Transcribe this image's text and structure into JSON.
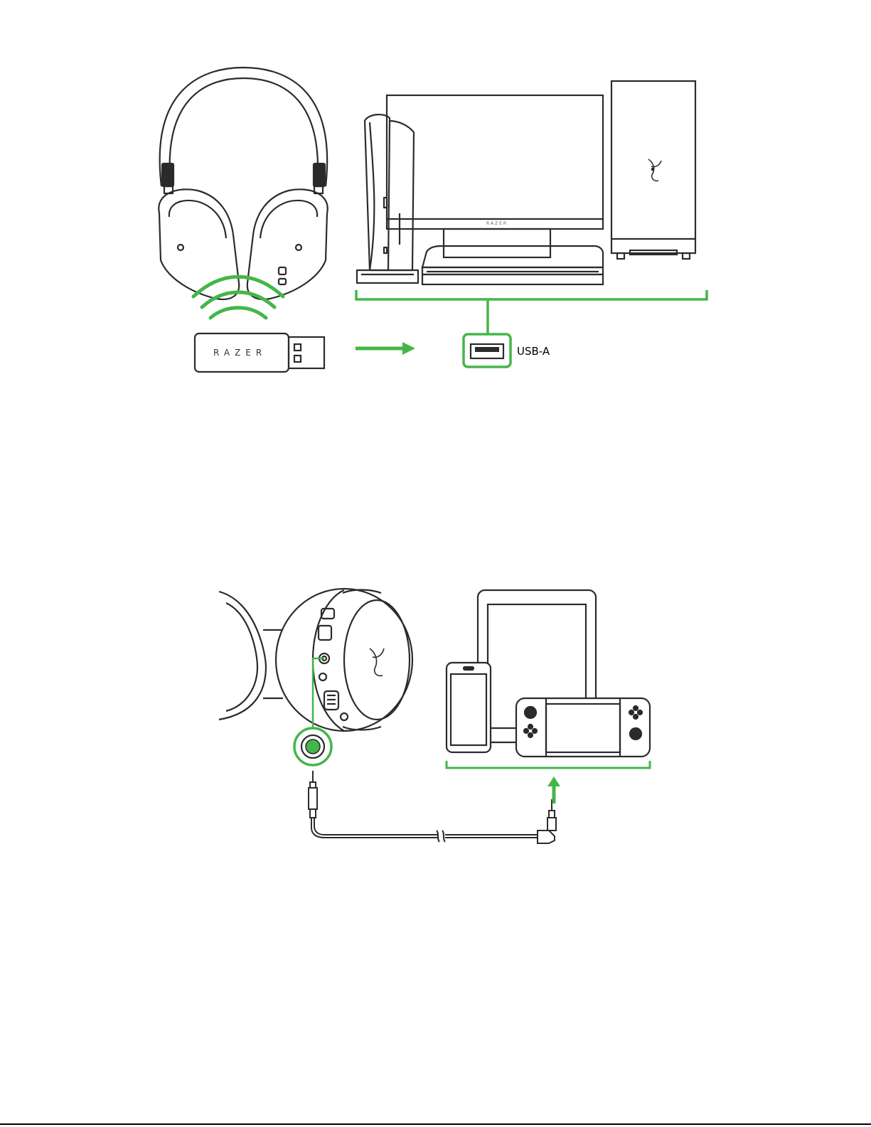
{
  "labels": {
    "dongle_brand": "RAZER",
    "monitor_brand": "RAZER",
    "usb_port_label": "USB-A"
  },
  "colors": {
    "accent_green": "#44b649",
    "line": "#2b2b2b",
    "background": "#ffffff"
  },
  "icons": {
    "wireless_signal": "wifi-signal-icon",
    "connection_arrow": "arrow-right-icon",
    "insert_arrow": "arrow-up-icon",
    "razer_logo": "razer-snake-logo-icon"
  }
}
